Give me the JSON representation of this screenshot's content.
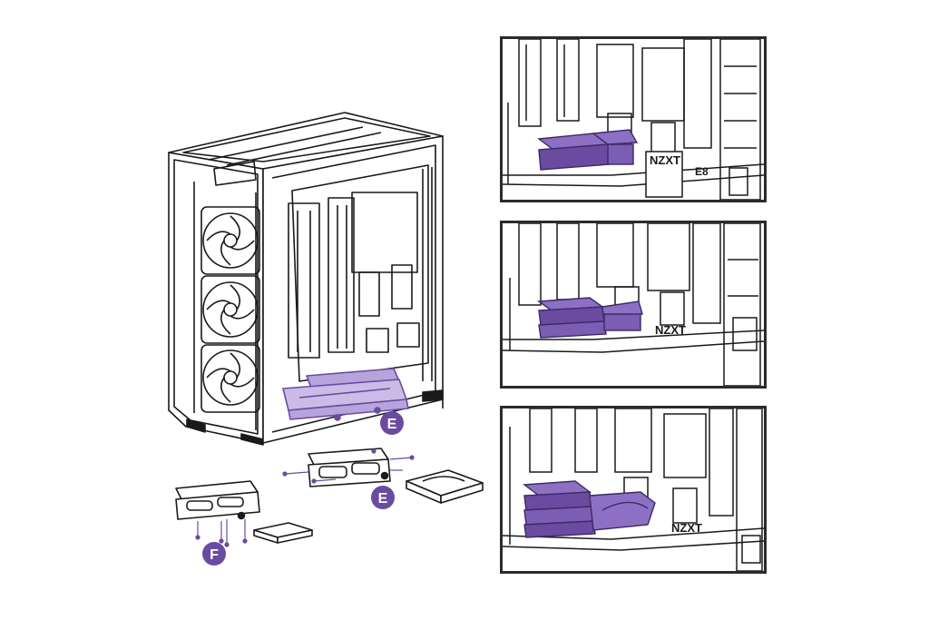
{
  "accent_color": "#6a4ba0",
  "accent_fill": "#8d70c4",
  "line_color": "#1a1a1a",
  "callouts": {
    "e_upper": "E",
    "e_lower": "E",
    "f": "F"
  },
  "panels": [
    {
      "brand": "NZXT",
      "partial_label": "E8"
    },
    {
      "brand": "NZXT"
    },
    {
      "brand": "NZXT"
    }
  ]
}
